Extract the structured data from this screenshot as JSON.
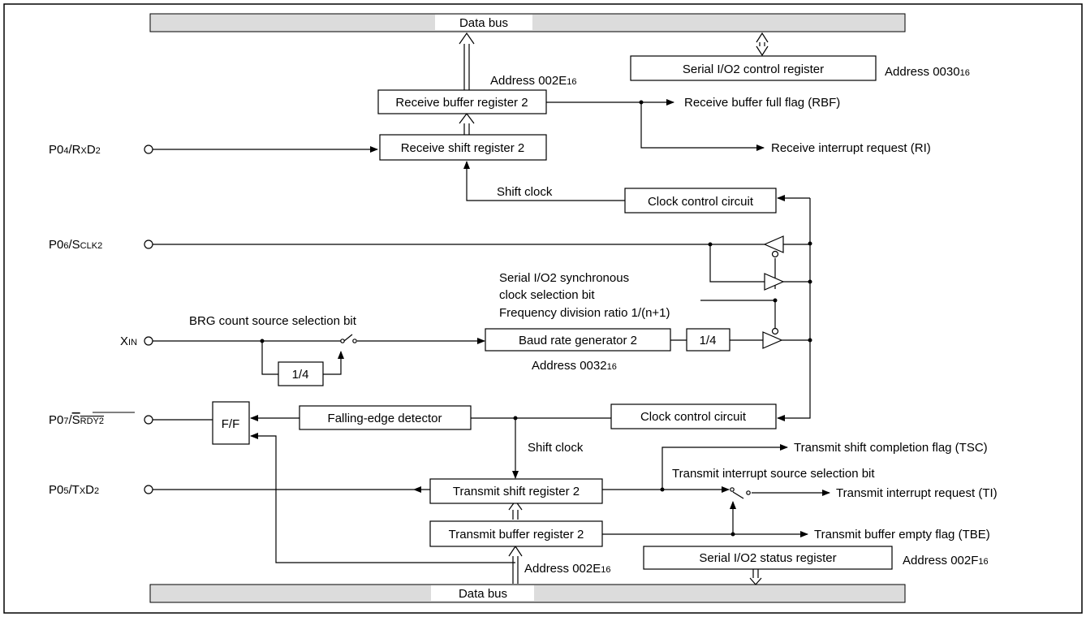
{
  "buses": {
    "top_label": "Data bus",
    "bottom_label": "Data bus"
  },
  "registers": {
    "sio2_control": "Serial I/O2 control register",
    "rx_buffer": "Receive buffer register 2",
    "rx_shift": "Receive shift register 2",
    "clock_ctrl_top": "Clock control circuit",
    "baud_gen": "Baud rate generator 2",
    "div4_mid": "1/4",
    "div4_left": "1/4",
    "falling_edge": "Falling-edge detector",
    "ff": "F/F",
    "clock_ctrl_bottom": "Clock control circuit",
    "tx_shift": "Transmit shift register 2",
    "tx_buffer": "Transmit buffer register 2",
    "sio2_status": "Serial I/O2 status register"
  },
  "pins": {
    "p04": {
      "main": "P0",
      "sub": "4",
      "sep": "/R",
      "sub2": "X",
      "main2": "D",
      "sub3": "2"
    },
    "p06": {
      "main": "P0",
      "sub": "6",
      "sep": "/S",
      "sub2": "CLK2"
    },
    "xin": {
      "main": "X",
      "sub": "IN"
    },
    "p07": {
      "main": "P0",
      "sub": "7",
      "sep": "/",
      "over_main": "S",
      "over_sub": "RDY2"
    },
    "p05": {
      "main": "P0",
      "sub": "5",
      "sep": "/T",
      "sub2": "X",
      "main2": "D",
      "sub3": "2"
    }
  },
  "addresses": {
    "control": {
      "text": "Address 0030",
      "sub": "16"
    },
    "rx_buf": {
      "text": "Address 002E",
      "sub": "16"
    },
    "baud": {
      "text": "Address 0032",
      "sub": "16"
    },
    "tx_buf": {
      "text": "Address 002E",
      "sub": "16"
    },
    "status": {
      "text": "Address 002F",
      "sub": "16"
    }
  },
  "signals": {
    "rbf": "Receive buffer full flag (RBF)",
    "ri": "Receive interrupt request (RI)",
    "shift_clock_top": "Shift clock",
    "sync_sel_1": "Serial I/O2 synchronous",
    "sync_sel_2": "clock selection bit",
    "freq_div": "Frequency division ratio 1/(n+1)",
    "brg_sel": "BRG count source selection bit",
    "shift_clock_bottom": "Shift clock",
    "tsc": "Transmit shift completion flag (TSC)",
    "ti_src": "Transmit interrupt source selection bit",
    "ti": "Transmit interrupt request (TI)",
    "tbe": "Transmit buffer empty flag (TBE)"
  },
  "colors": {
    "bus_fill": "#dcdcdc",
    "line": "#000000"
  }
}
